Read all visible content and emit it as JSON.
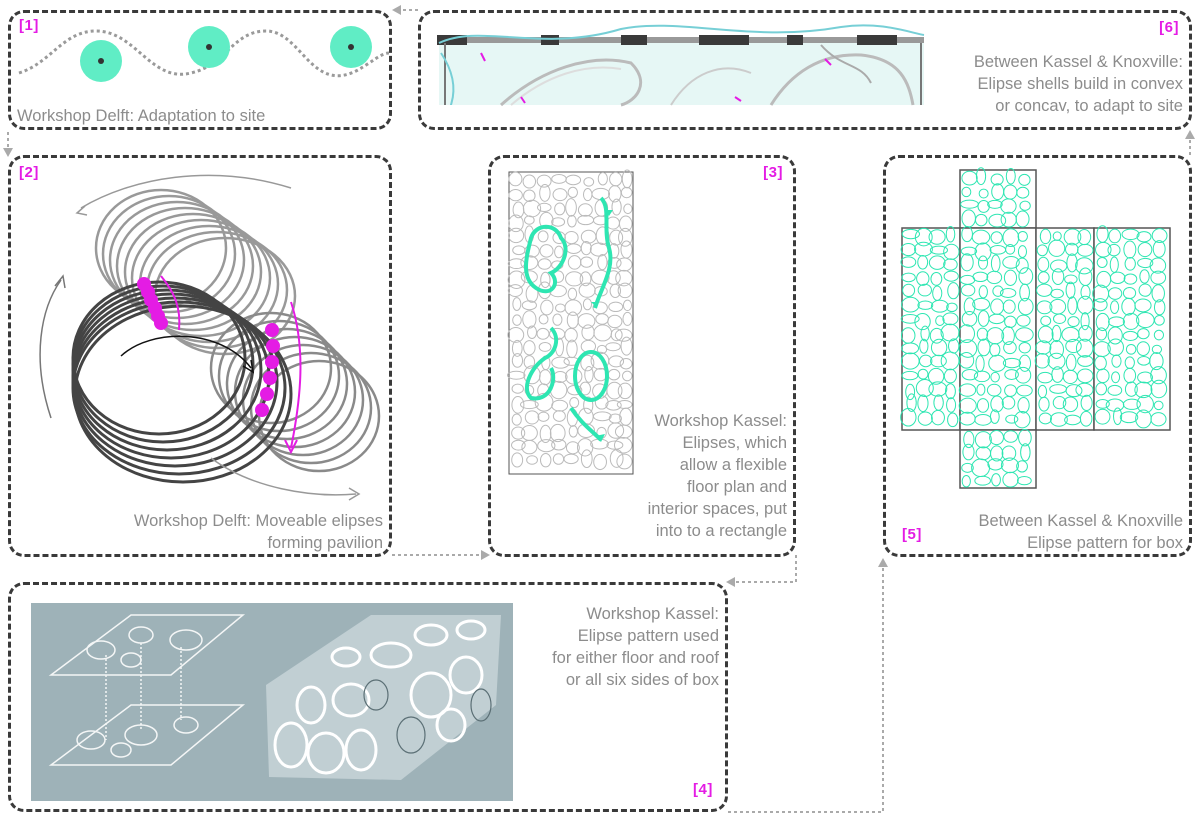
{
  "panels": {
    "p1": {
      "number": "[1]",
      "caption": [
        "Workshop Delft: Adaptation to site"
      ]
    },
    "p2": {
      "number": "[2]",
      "caption": [
        "Workshop Delft:  Moveable elipses",
        "forming pavilion"
      ]
    },
    "p3": {
      "number": "[3]",
      "caption": [
        "Workshop Kassel:",
        "Elipses, which",
        "allow a flexible",
        "floor plan and",
        "interior spaces, put",
        "into to a rectangle"
      ]
    },
    "p4": {
      "number": "[4]",
      "caption": [
        "Workshop Kassel:",
        "Elipse pattern used",
        "for either floor and roof",
        "or all six sides of box"
      ]
    },
    "p5": {
      "number": "[5]",
      "caption": [
        "Between Kassel & Knoxville",
        "Elipse pattern for box"
      ]
    },
    "p6": {
      "number": "[6]",
      "caption": [
        "Between Kassel & Knoxville:",
        "Elipse shells build in convex",
        "or concav, to adapt to site"
      ]
    }
  },
  "colors": {
    "accent_magenta": "#e41ce4",
    "accent_mint": "#2ee6b2",
    "dashed_border": "#3a3a3a",
    "caption_gray": "#8c8c8c",
    "render_background": "#9eb2b8"
  }
}
